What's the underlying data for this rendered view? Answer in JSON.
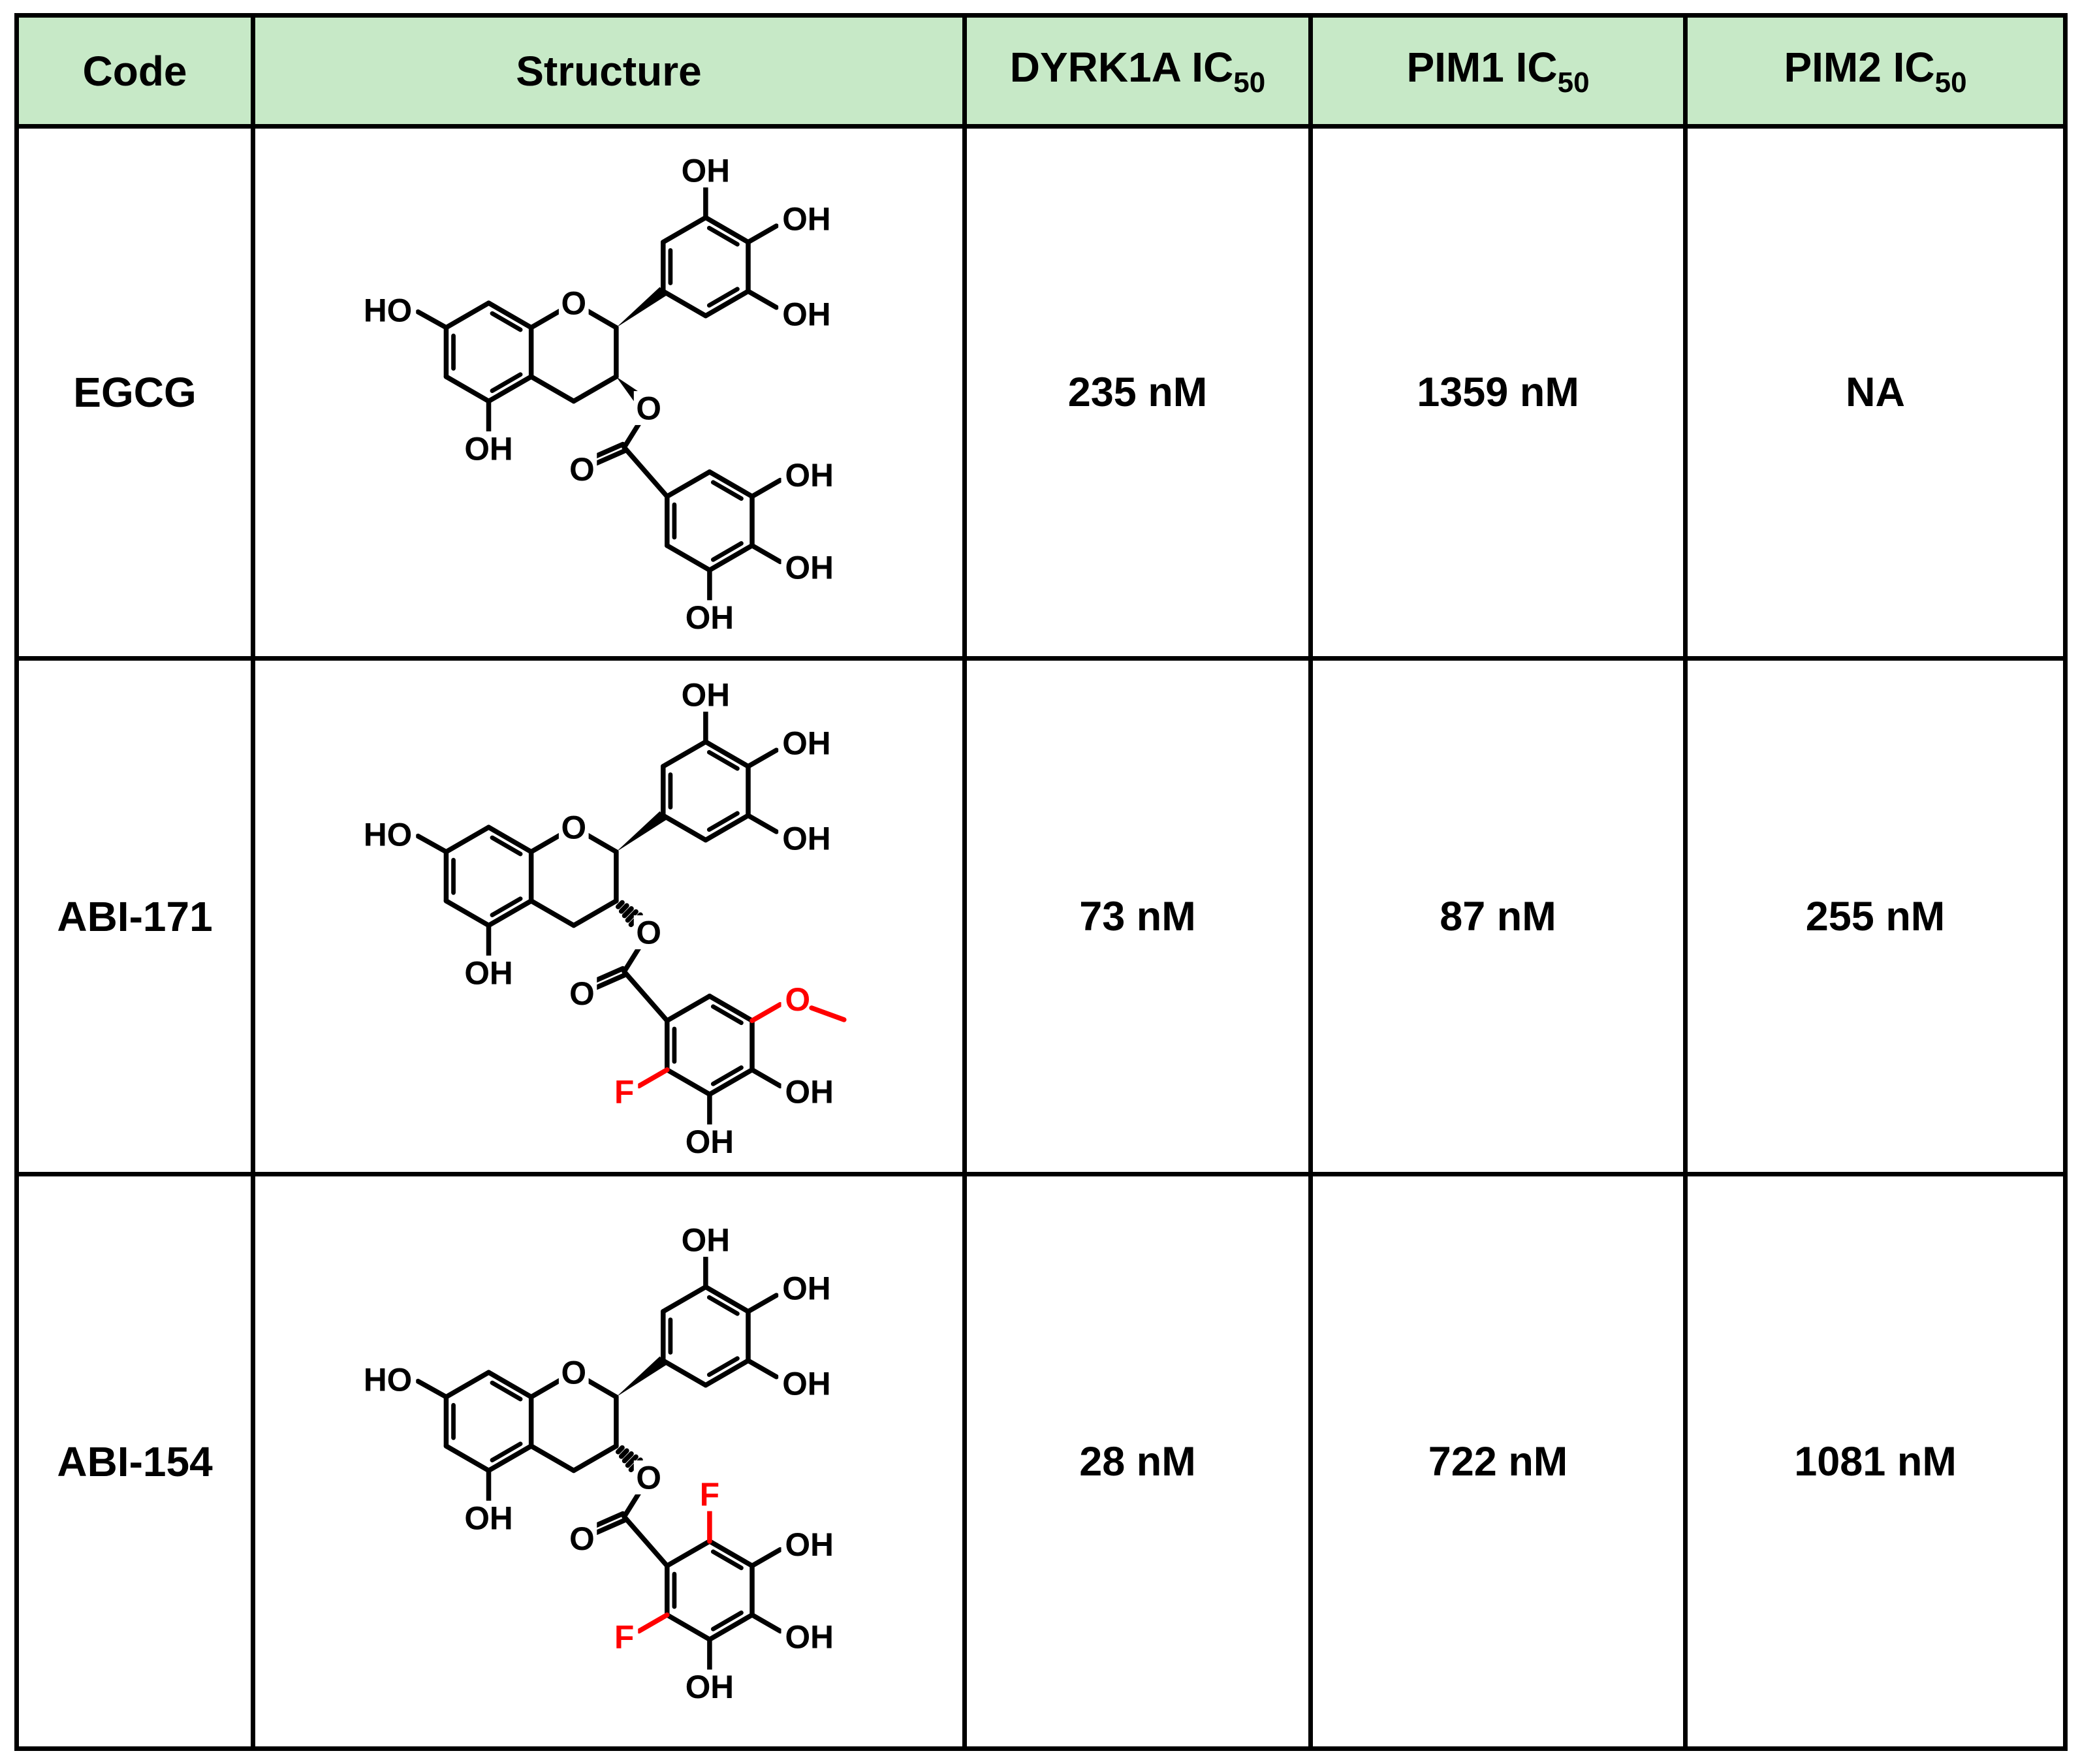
{
  "colors": {
    "header_bg": "#c7e9c7",
    "border": "#000000",
    "highlight": "#ff0000",
    "text": "#000000"
  },
  "atom_labels": {
    "ho": "HO",
    "oh": "OH",
    "o": "O"
  },
  "table": {
    "headers": [
      {
        "label": "Code",
        "sub": ""
      },
      {
        "label": "Structure",
        "sub": ""
      },
      {
        "label": "DYRK1A IC",
        "sub": "50"
      },
      {
        "label": "PIM1 IC",
        "sub": "50"
      },
      {
        "label": "PIM2 IC",
        "sub": "50"
      }
    ],
    "rows": [
      {
        "code": "EGCG",
        "dyrk1a": "235 nM",
        "pim1": "1359 nM",
        "pim2": "NA",
        "structure": {
          "description": "flavan-3-ol gallate ester with trihydroxyphenyl B-ring and 3,4,5-trihydroxybenzoate D-ring",
          "c3_bond": "wedge",
          "d_subs": [
            {
              "pos": "ur",
              "label": "OH",
              "color": "#000000",
              "type": "label"
            },
            {
              "pos": "lr",
              "label": "OH",
              "color": "#000000",
              "type": "label"
            },
            {
              "pos": "bot",
              "label": "OH",
              "color": "#000000",
              "type": "label"
            }
          ]
        }
      },
      {
        "code": "ABI-171",
        "dyrk1a": "73 nM",
        "pim1": "87 nM",
        "pim2": "255 nM",
        "structure": {
          "description": "EGCG analog; D-ring bears red methoxy (upper right), OH, OH and red F (lower left)",
          "c3_bond": "hash",
          "d_subs": [
            {
              "pos": "ur",
              "label": "O",
              "color": "#ff0000",
              "type": "omethyl"
            },
            {
              "pos": "lr",
              "label": "OH",
              "color": "#000000",
              "type": "label"
            },
            {
              "pos": "bot",
              "label": "OH",
              "color": "#000000",
              "type": "label"
            },
            {
              "pos": "ll",
              "label": "F",
              "color": "#ff0000",
              "type": "label"
            }
          ]
        }
      },
      {
        "code": "ABI-154",
        "dyrk1a": "28 nM",
        "pim1": "722 nM",
        "pim2": "1081 nM",
        "structure": {
          "description": "EGCG analog; D-ring bears red F (top), OH, OH, OH and red F (lower left)",
          "c3_bond": "hash",
          "d_subs": [
            {
              "pos": "top",
              "label": "F",
              "color": "#ff0000",
              "type": "label"
            },
            {
              "pos": "ur",
              "label": "OH",
              "color": "#000000",
              "type": "label"
            },
            {
              "pos": "lr",
              "label": "OH",
              "color": "#000000",
              "type": "label"
            },
            {
              "pos": "bot",
              "label": "OH",
              "color": "#000000",
              "type": "label"
            },
            {
              "pos": "ll",
              "label": "F",
              "color": "#ff0000",
              "type": "label"
            }
          ]
        }
      }
    ]
  }
}
